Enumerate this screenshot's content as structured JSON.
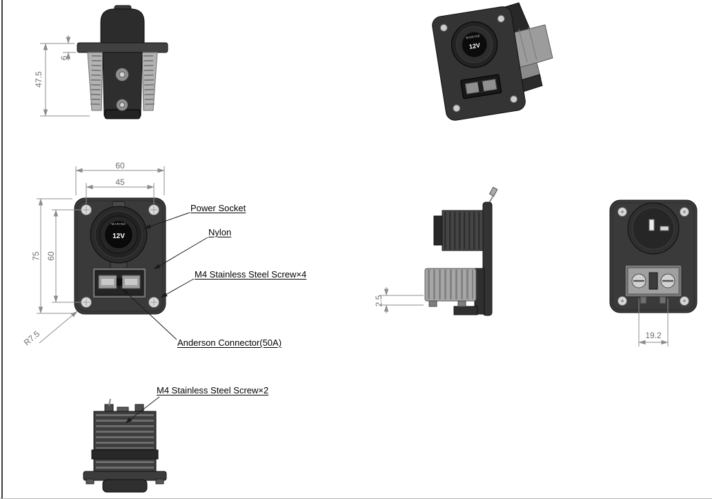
{
  "document": {
    "type": "engineering-drawing",
    "subject": "12V marine power socket panel with Anderson connector"
  },
  "callouts": {
    "power_socket": "Power Socket",
    "nylon": "Nylon",
    "m4_screw_x4": "M4 Stainless Steel Screw×4",
    "anderson_connector": "Anderson Connector(50A)",
    "m4_screw_x2": "M4 Stainless Steel Screw×2"
  },
  "dimensions": {
    "top_view_height": "47.5",
    "top_view_flange": "6",
    "front_width": "60",
    "front_screw_width": "45",
    "front_height": "75",
    "front_screw_height": "60",
    "corner_radius": "R7.5",
    "side_gap": "2.5",
    "rear_screw_spacing": "19.2"
  },
  "socket": {
    "voltage": "12V",
    "brand": "MARINE"
  },
  "colors": {
    "part_dark": "#2f2f2f",
    "part_mid": "#4a4a4a",
    "metal_gray": "#9c9c9c",
    "dimension_line": "#8c8c8c",
    "dimension_text": "#6f6f6f",
    "label_text": "#000000"
  }
}
